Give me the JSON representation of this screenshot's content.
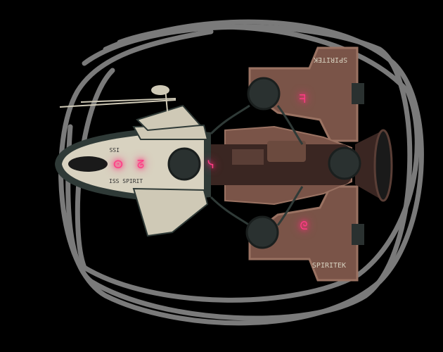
{
  "scene": {
    "ship_name": "ISS SPIRIT",
    "hull_mirrored_text": "ISS",
    "wing_top_text": "SPIRITEK",
    "wing_bottom_text": "SPIRITEK",
    "glyphs": [
      "ⵙ",
      "ᘔ",
      "ᓭ",
      "ᖷ",
      "ᘓ"
    ]
  },
  "colors": {
    "background": "#000000",
    "scribble": "#7a7a7a",
    "hull": "#d8d2c0",
    "hull_dark": "#2f3a37",
    "wing": "#7a5448",
    "wing_edge": "#9a7262",
    "body": "#3a2622",
    "turret": "#2a3130",
    "neon": "#ff3d86"
  }
}
